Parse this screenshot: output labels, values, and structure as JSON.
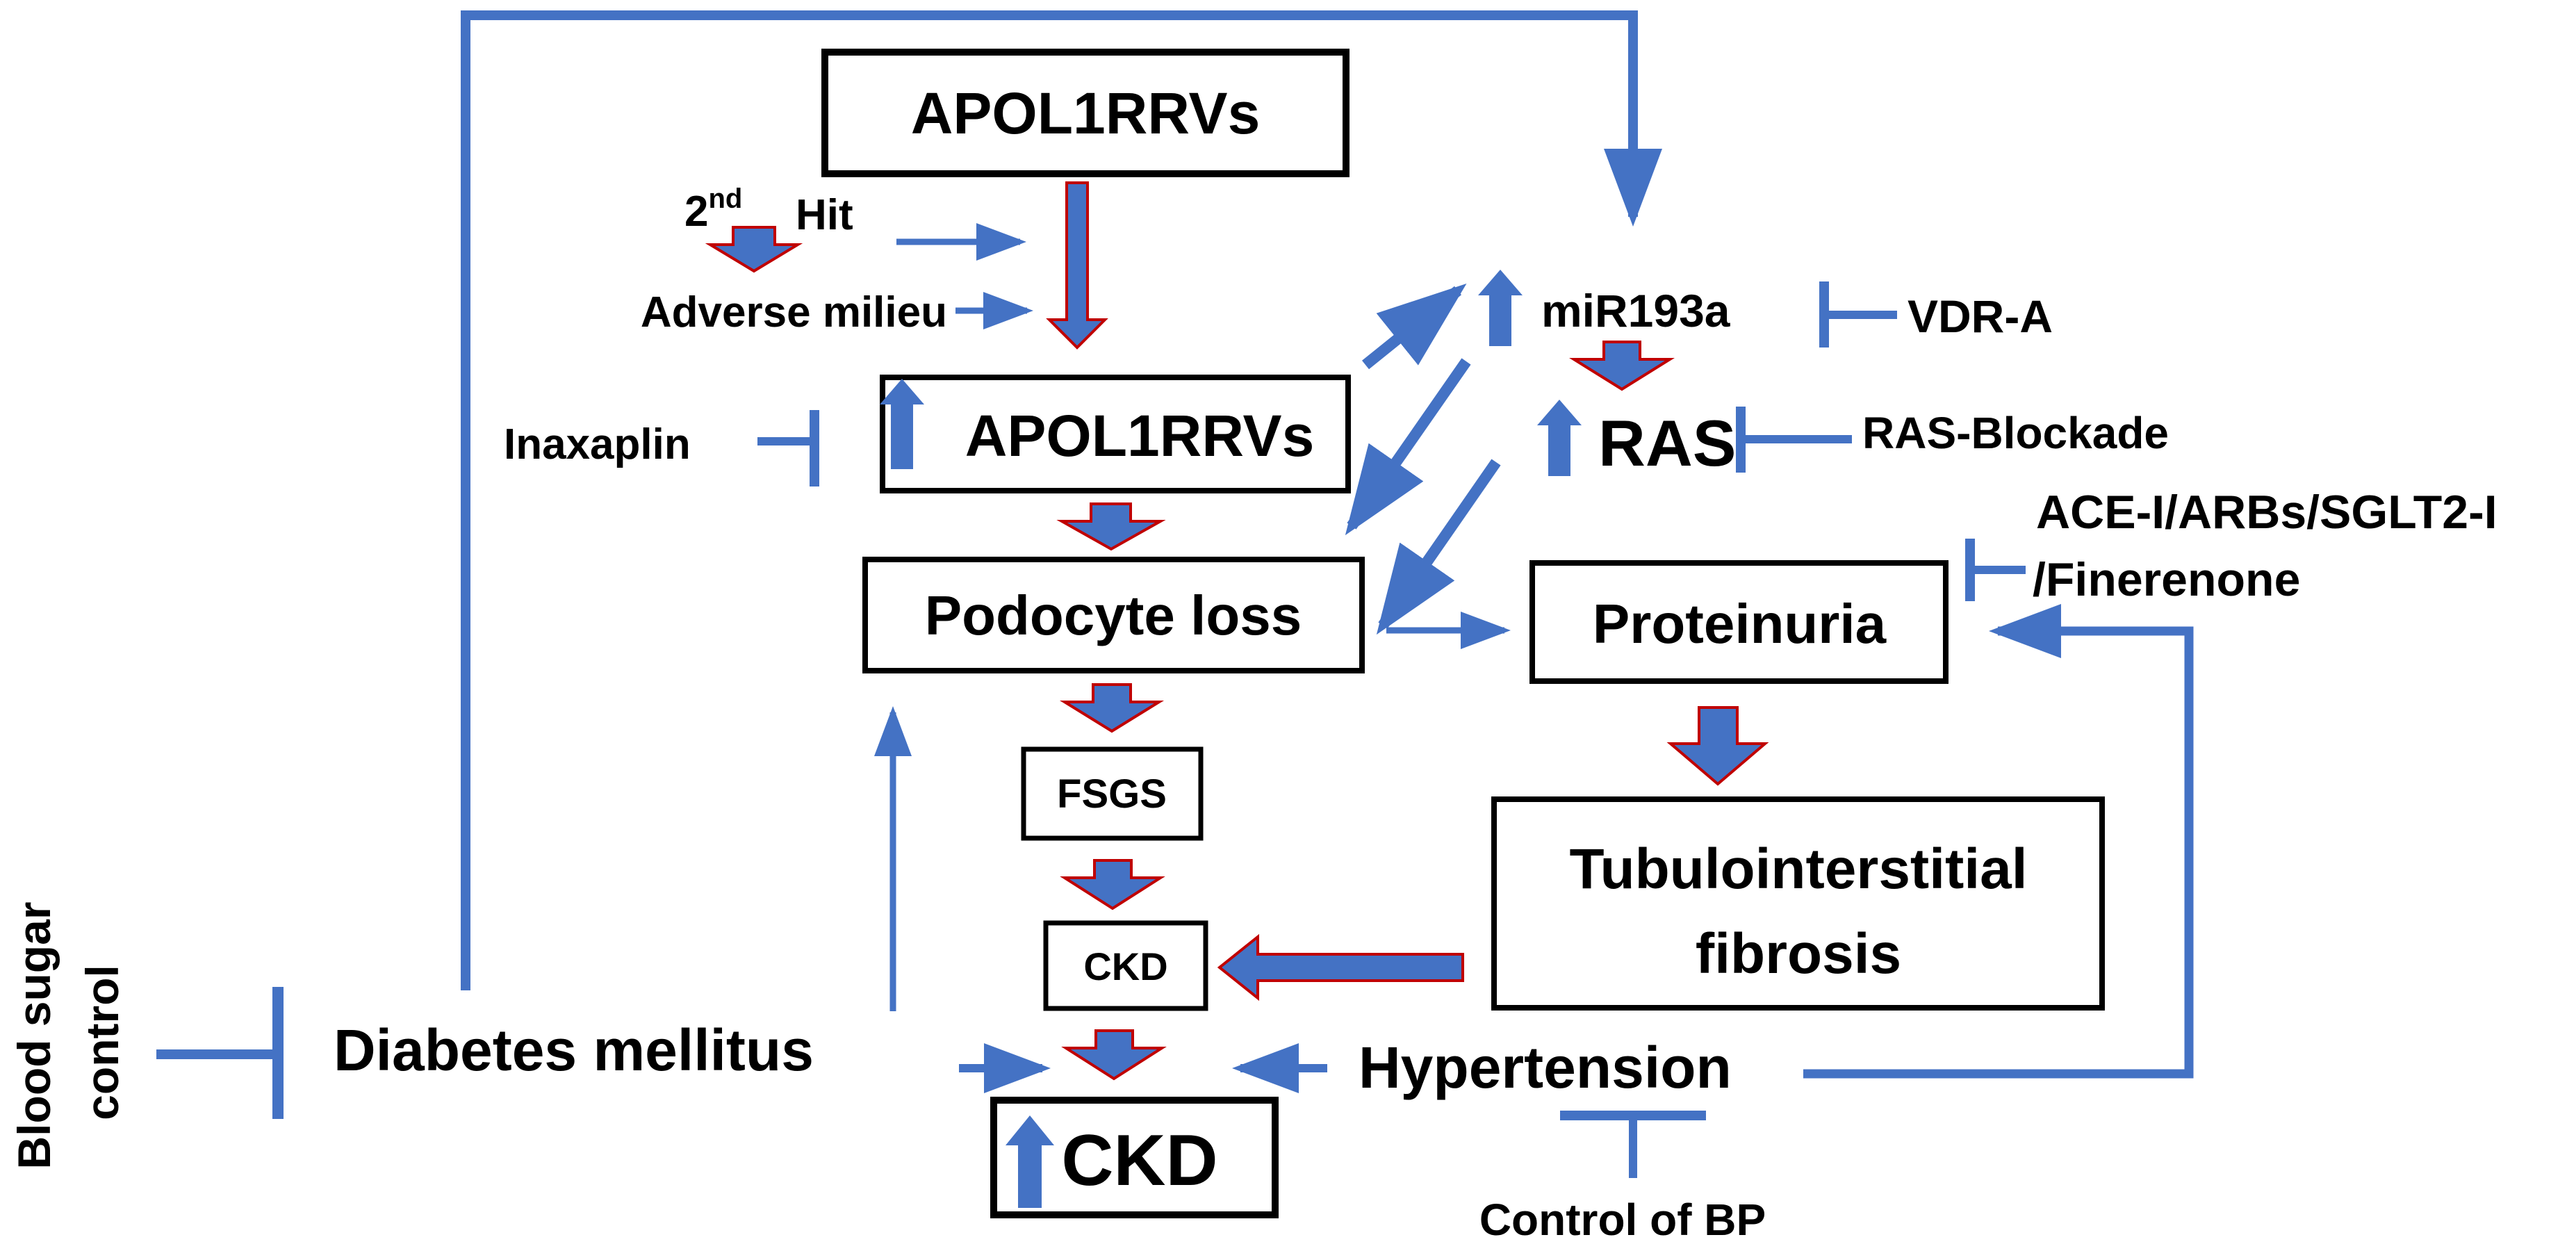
{
  "nodes": {
    "apol1_top": "APOL1RRVs",
    "second_hit": "Hit",
    "second_hit_ordinal_num": "2",
    "second_hit_ordinal_sup": "nd",
    "adverse_milieu": "Adverse milieu",
    "inaxaplin": "Inaxaplin",
    "apol1_up": "APOL1RRVs",
    "podocyte_loss": "Podocyte loss",
    "fsgs": "FSGS",
    "ckd_mid": "CKD",
    "ckd_bottom": "CKD",
    "mir193a": "miR193a",
    "vdr_a": "VDR-A",
    "ras": "RAS",
    "ras_blockade": "RAS-Blockade",
    "ace_line1": "ACE-I/ARBs/SGLT2-I",
    "ace_line2": "/Finerenone",
    "proteinuria": "Proteinuria",
    "tubulo_line1": "Tubulointerstitial",
    "tubulo_line2": "fibrosis",
    "diabetes": "Diabetes mellitus",
    "hypertension": "Hypertension",
    "control_bp": "Control of BP",
    "blood_sugar_line1": "Blood sugar",
    "blood_sugar_line2": "control"
  },
  "colors": {
    "blue": "#4472C4",
    "red_outline": "#C00000",
    "box_border": "#000000"
  }
}
